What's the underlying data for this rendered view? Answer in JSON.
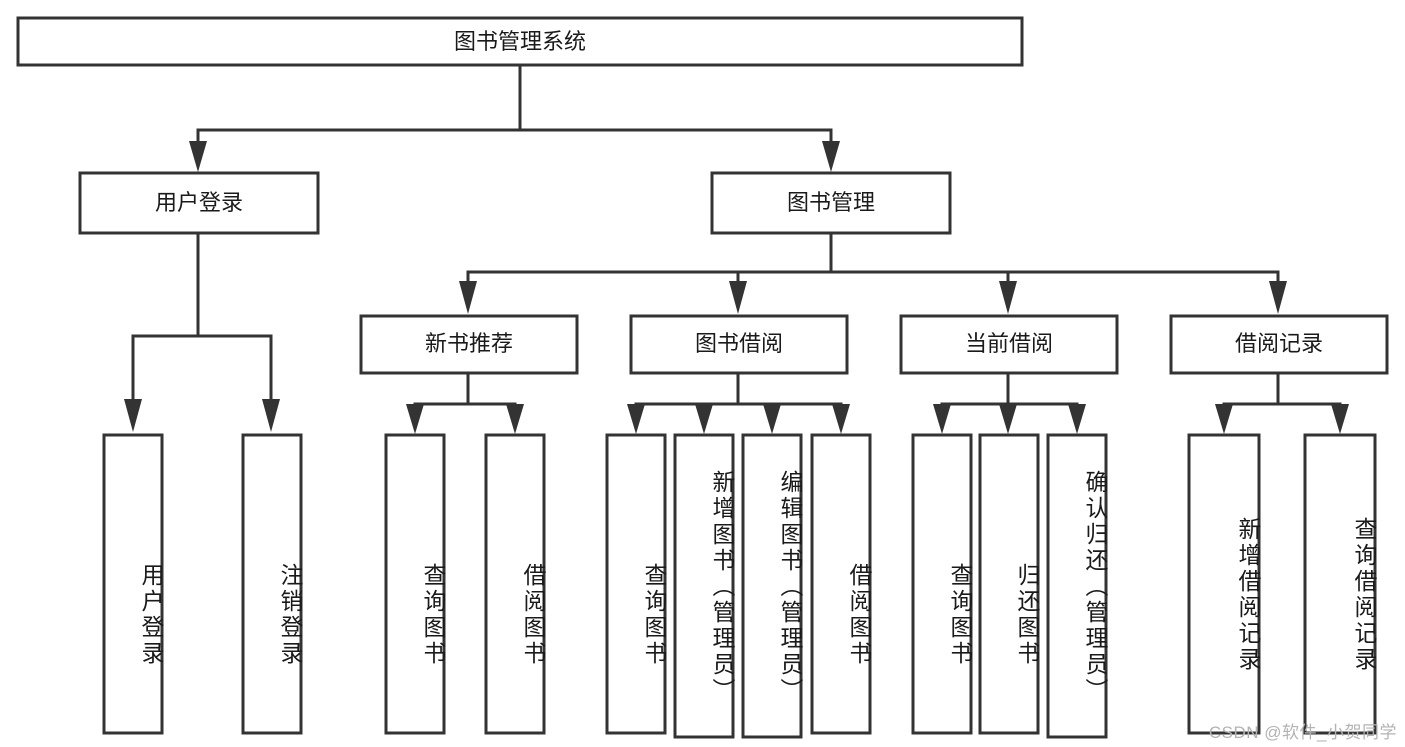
{
  "title": "图书管理系统",
  "watermark": "CSDN @软件_小贺同学",
  "colors": {
    "stroke": "#333333",
    "fill": "#ffffff",
    "text": "#1a1a1a",
    "watermark": "#b3b3b3"
  },
  "chart_data": {
    "type": "diagram",
    "diagram_type": "tree-hierarchy",
    "title": "图书管理系统",
    "orientation": "top-down",
    "levels": 4,
    "nodes": [
      {
        "id": "root",
        "label": "图书管理系统",
        "level": 0,
        "parent": null
      },
      {
        "id": "login",
        "label": "用户登录",
        "level": 1,
        "parent": "root"
      },
      {
        "id": "bookmgmt",
        "label": "图书管理",
        "level": 1,
        "parent": "root"
      },
      {
        "id": "login-user",
        "label": "用户登录",
        "level": 2,
        "parent": "login"
      },
      {
        "id": "login-logout",
        "label": "注销登录",
        "level": 2,
        "parent": "login"
      },
      {
        "id": "newbook",
        "label": "新书推荐",
        "level": 2,
        "parent": "bookmgmt"
      },
      {
        "id": "borrow",
        "label": "图书借阅",
        "level": 2,
        "parent": "bookmgmt"
      },
      {
        "id": "current",
        "label": "当前借阅",
        "level": 2,
        "parent": "bookmgmt"
      },
      {
        "id": "record",
        "label": "借阅记录",
        "level": 2,
        "parent": "bookmgmt"
      },
      {
        "id": "newbook-query",
        "label": "查询图书",
        "level": 3,
        "parent": "newbook"
      },
      {
        "id": "newbook-borrow",
        "label": "借阅图书",
        "level": 3,
        "parent": "newbook"
      },
      {
        "id": "borrow-query",
        "label": "查询图书",
        "level": 3,
        "parent": "borrow"
      },
      {
        "id": "borrow-add",
        "label": "新增图书（管理员）",
        "level": 3,
        "parent": "borrow"
      },
      {
        "id": "borrow-edit",
        "label": "编辑图书（管理员）",
        "level": 3,
        "parent": "borrow"
      },
      {
        "id": "borrow-lend",
        "label": "借阅图书",
        "level": 3,
        "parent": "borrow"
      },
      {
        "id": "current-query",
        "label": "查询图书",
        "level": 3,
        "parent": "current"
      },
      {
        "id": "current-return",
        "label": "归还图书",
        "level": 3,
        "parent": "current"
      },
      {
        "id": "current-confirm",
        "label": "确认归还（管理员）",
        "level": 3,
        "parent": "current"
      },
      {
        "id": "record-add",
        "label": "新增借阅记录",
        "level": 3,
        "parent": "record"
      },
      {
        "id": "record-query",
        "label": "查询借阅记录",
        "level": 3,
        "parent": "record"
      }
    ],
    "edges": [
      {
        "from": "root",
        "to": "login"
      },
      {
        "from": "root",
        "to": "bookmgmt"
      },
      {
        "from": "login",
        "to": "login-user"
      },
      {
        "from": "login",
        "to": "login-logout"
      },
      {
        "from": "bookmgmt",
        "to": "newbook"
      },
      {
        "from": "bookmgmt",
        "to": "borrow"
      },
      {
        "from": "bookmgmt",
        "to": "current"
      },
      {
        "from": "bookmgmt",
        "to": "record"
      },
      {
        "from": "newbook",
        "to": "newbook-query"
      },
      {
        "from": "newbook",
        "to": "newbook-borrow"
      },
      {
        "from": "borrow",
        "to": "borrow-query"
      },
      {
        "from": "borrow",
        "to": "borrow-add"
      },
      {
        "from": "borrow",
        "to": "borrow-edit"
      },
      {
        "from": "borrow",
        "to": "borrow-lend"
      },
      {
        "from": "current",
        "to": "current-query"
      },
      {
        "from": "current",
        "to": "current-return"
      },
      {
        "from": "current",
        "to": "current-confirm"
      },
      {
        "from": "record",
        "to": "record-add"
      },
      {
        "from": "record",
        "to": "record-query"
      }
    ]
  },
  "level0": {
    "root": "图书管理系统"
  },
  "level1": {
    "login": "用户登录",
    "bookmgmt": "图书管理"
  },
  "level2": {
    "login_user": "用户登录",
    "login_logout": "注销登录",
    "newbook": "新书推荐",
    "borrow": "图书借阅",
    "current": "当前借阅",
    "record": "借阅记录"
  },
  "level3": {
    "newbook_query": "查询图书",
    "newbook_borrow": "借阅图书",
    "borrow_query": "查询图书",
    "borrow_add": "新增图书（管理员）",
    "borrow_edit": "编辑图书（管理员）",
    "borrow_lend": "借阅图书",
    "current_query": "查询图书",
    "current_return": "归还图书",
    "current_confirm": "确认归还（管理员）",
    "record_add": "新增借阅记录",
    "record_query": "查询借阅记录"
  }
}
